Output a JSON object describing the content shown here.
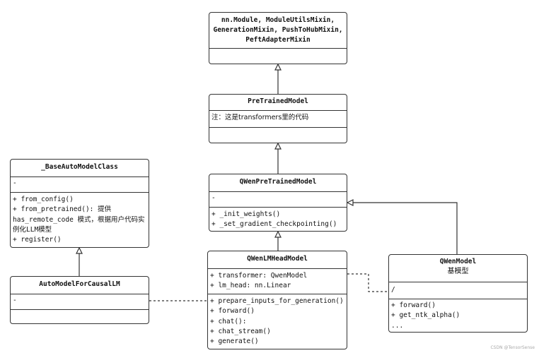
{
  "classes": {
    "nn_module": {
      "title": [
        "nn.Module, ModuleUtilsMixin,",
        "GenerationMixin, PushToHubMixin,",
        "PeftAdapterMixin"
      ]
    },
    "pretrained": {
      "title": "PreTrainedModel",
      "note": "注：这是transformers里的代码"
    },
    "qwen_pretrained": {
      "title": "QWenPreTrainedModel",
      "attrs": [
        "-"
      ],
      "methods": [
        "+ _init_weights()",
        "+ _set_gradient_checkpointing()"
      ]
    },
    "base_auto": {
      "title": "_BaseAutoModelClass",
      "attrs": [
        "-"
      ],
      "methods": [
        "+ from_config()",
        "+ from_pretrained(): 提供has_remote_code 模式，根据用户代码实例化LLM模型",
        "+ register()"
      ]
    },
    "auto_causal": {
      "title": "AutoModelForCausalLM",
      "attrs": [
        "-"
      ]
    },
    "qwen_lmhead": {
      "title": "QWenLMHeadModel",
      "attrs": [
        "+ transformer: QwenModel",
        "+ lm_head: nn.Linear"
      ],
      "methods": [
        "+ prepare_inputs_for_generation()",
        "+ forward()",
        "+ chat():",
        "+ chat_stream()",
        "+ generate()"
      ]
    },
    "qwen_model": {
      "title": "QWenModel",
      "subtitle": "基模型",
      "attrs": [
        "/"
      ],
      "methods": [
        "+ forward()",
        "+ get_ntk_alpha()",
        "..."
      ]
    }
  },
  "watermark": "CSDN @TensorSense"
}
